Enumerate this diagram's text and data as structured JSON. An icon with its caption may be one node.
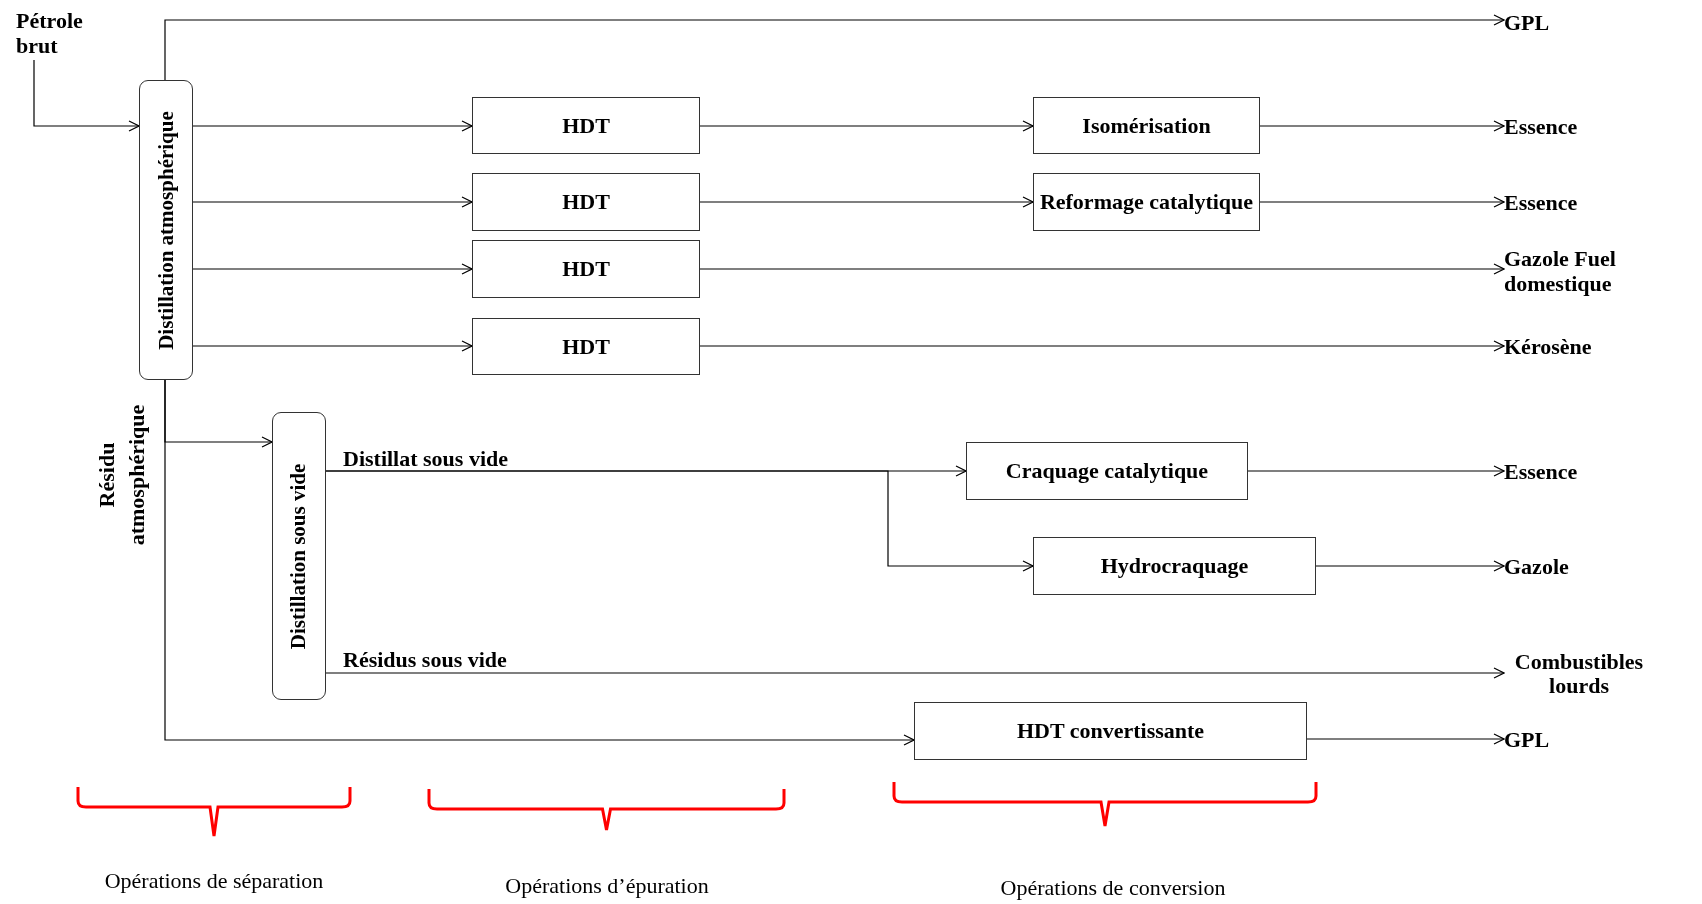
{
  "diagram": {
    "nodes": [
      {
        "text": [
          "Pétrole brut"
        ]
      },
      {
        "text": [
          "Distillation atmosphérique"
        ]
      },
      {
        "text": [
          "HDT"
        ]
      },
      {
        "text": [
          "HDT"
        ]
      },
      {
        "text": [
          "HDT"
        ]
      },
      {
        "text": [
          "HDT"
        ]
      },
      {
        "text": [
          "Isomérisation"
        ]
      },
      {
        "text": [
          "Reformage catalytique"
        ]
      },
      {
        "text": [
          "GPL"
        ]
      },
      {
        "text": [
          "Essence"
        ]
      },
      {
        "text": [
          "Essence"
        ]
      },
      {
        "text": [
          "Gazole Fuel domestique"
        ]
      },
      {
        "text": [
          "Kérosène"
        ]
      },
      {
        "text": [
          "Distillation sous vide"
        ]
      },
      {
        "text": [
          "Craquage catalytique"
        ]
      },
      {
        "text": [
          "Hydrocraquage"
        ]
      },
      {
        "text": [
          "Essence"
        ]
      },
      {
        "text": [
          "Gazole"
        ]
      },
      {
        "text": [
          "Combustibles lourds"
        ]
      },
      {
        "text": [
          "HDT convertissante"
        ]
      },
      {
        "text": [
          "GPL"
        ]
      }
    ],
    "edges": [
      {
        "from": 0,
        "to": 1,
        "arrow": "to"
      },
      {
        "from": 1,
        "to": 8,
        "arrow": "to"
      },
      {
        "from": 1,
        "to": 2,
        "arrow": "to"
      },
      {
        "from": 1,
        "to": 3,
        "arrow": "to"
      },
      {
        "from": 1,
        "to": 4,
        "arrow": "to"
      },
      {
        "from": 1,
        "to": 5,
        "arrow": "to"
      },
      {
        "from": 2,
        "to": 6,
        "arrow": "to"
      },
      {
        "from": 3,
        "to": 7,
        "arrow": "to"
      },
      {
        "from": 4,
        "to": 11,
        "arrow": "to"
      },
      {
        "from": 5,
        "to": 12,
        "arrow": "to"
      },
      {
        "from": 6,
        "to": 9,
        "arrow": "to"
      },
      {
        "from": 7,
        "to": 10,
        "arrow": "to"
      },
      {
        "from": 1,
        "to": 13,
        "arrow": "to"
      },
      {
        "from": 1,
        "to": 19,
        "arrow": "to"
      },
      {
        "from": 13,
        "to": 14,
        "label": "Distillat sous vide",
        "arrow": "to"
      },
      {
        "from": 13,
        "to": 15,
        "arrow": "to"
      },
      {
        "from": 13,
        "to": 18,
        "label": "Résidus sous vide",
        "arrow": "to"
      },
      {
        "from": 14,
        "to": 16,
        "arrow": "to"
      },
      {
        "from": 15,
        "to": 17,
        "arrow": "to"
      },
      {
        "from": 19,
        "to": 20,
        "arrow": "to"
      }
    ],
    "labels": [
      "Résidu atmosphérique",
      "Opérations de séparation",
      "Opérations d’épuration",
      "Opérations de conversion"
    ]
  }
}
